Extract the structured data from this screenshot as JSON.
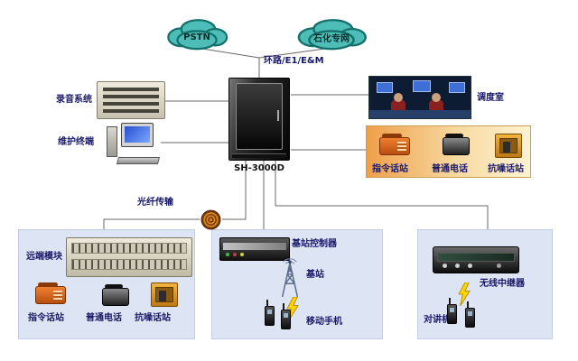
{
  "clouds": [
    {
      "label": "PSTN"
    },
    {
      "label": "石化专网"
    }
  ],
  "center": {
    "trunk_label": "环路/E1/E&M",
    "cabinet_model": "SH-3000D"
  },
  "left": {
    "recording_system": "录音系统",
    "maintenance_terminal": "维护终端",
    "fiber_transmission": "光纤传输"
  },
  "right": {
    "dispatch_room": "调度室"
  },
  "stations": {
    "command": "指令话站",
    "ordinary": "普通电话",
    "noise": "抗噪话站"
  },
  "remote_box": {
    "title": "远端模块"
  },
  "bsc_box": {
    "controller": "基站控制器",
    "base_station": "基站",
    "mobile": "移动手机"
  },
  "repeater_box": {
    "repeater": "无线中继器",
    "intercom": "对讲机"
  },
  "colors": {
    "cloud_fill": "#4fbdb7",
    "cloud_stroke": "#13706b",
    "zone_fill": "#dde4f3",
    "panel_gradient_start": "#ef9f4a",
    "panel_gradient_end": "#fdf2d2",
    "label": "#18186a"
  }
}
